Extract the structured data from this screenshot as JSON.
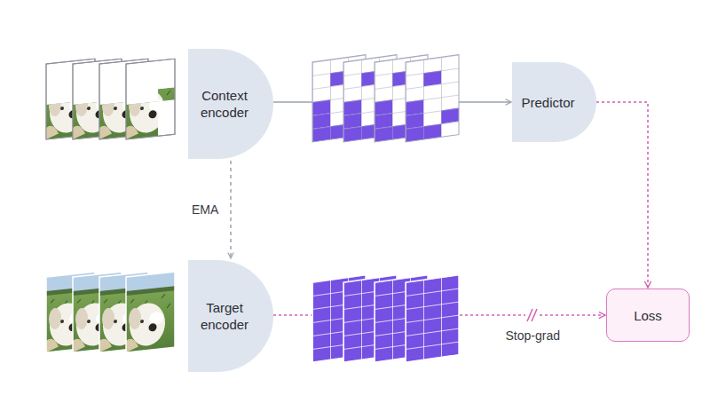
{
  "diagram": {
    "nodes": [
      {
        "text": [
          "Context encoder"
        ]
      },
      {
        "text": [
          "Predictor"
        ]
      },
      {
        "text": [
          "Target encoder"
        ]
      },
      {
        "text": [
          "Loss"
        ]
      }
    ],
    "edges": [
      {
        "from": 0,
        "to": 1,
        "arrow": "to"
      },
      {
        "from": 0,
        "to": 2,
        "label": "EMA",
        "arrow": "to"
      },
      {
        "from": 1,
        "to": 3,
        "arrow": "to"
      },
      {
        "from": 2,
        "to": 3,
        "label": "Stop-grad",
        "arrow": "to"
      }
    ]
  }
}
